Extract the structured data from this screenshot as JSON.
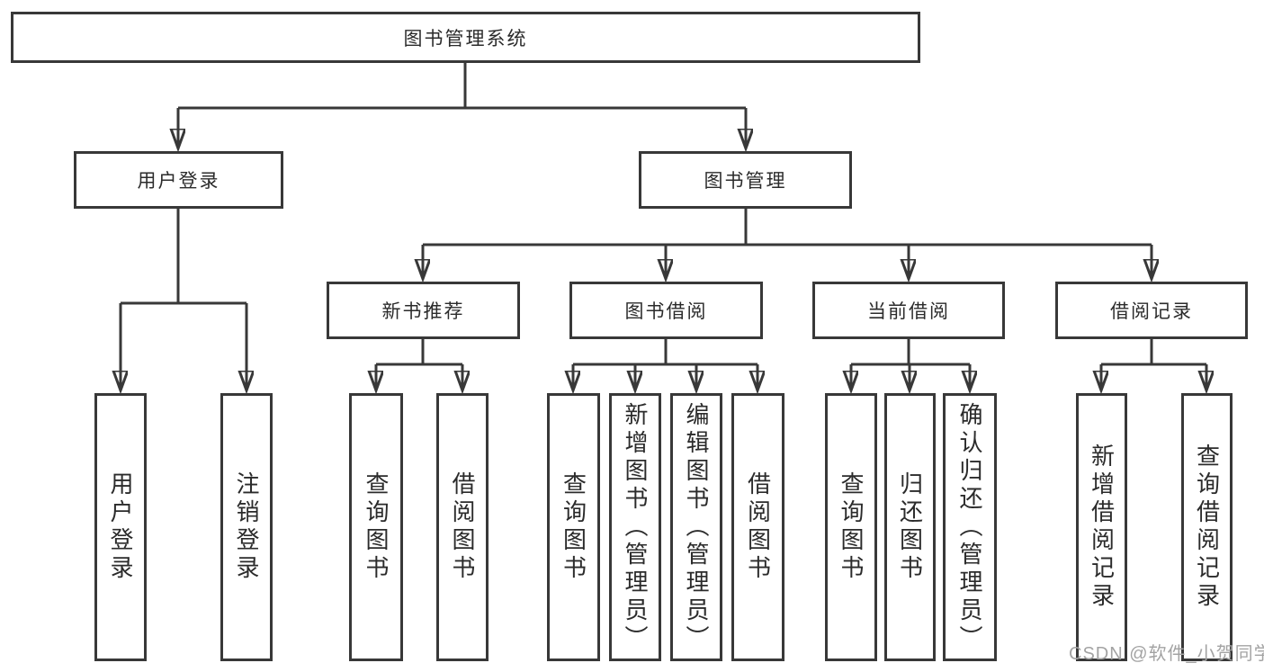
{
  "palette": {
    "line_color": "#383838",
    "box_border_color": "#383838",
    "box_fill": "#ffffff",
    "text_color": "#2b2b2b",
    "watermark_color": "#a3a3a3",
    "page_bg": "#ffffff"
  },
  "diagram_type": "hierarchy-tree",
  "tree": {
    "root": "图书管理系统",
    "children": [
      {
        "label": "用户登录",
        "children": [
          "用户登录",
          "注销登录"
        ]
      },
      {
        "label": "图书管理",
        "children": [
          {
            "label": "新书推荐",
            "children": [
              "查询图书",
              "借阅图书"
            ]
          },
          {
            "label": "图书借阅",
            "children": [
              "查询图书",
              "新增图书（管理员）",
              "编辑图书（管理员）",
              "借阅图书"
            ]
          },
          {
            "label": "当前借阅",
            "children": [
              "查询图书",
              "归还图书",
              "确认归还（管理员）"
            ]
          },
          {
            "label": "借阅记录",
            "children": [
              "新增借阅记录",
              "查询借阅记录"
            ]
          }
        ]
      }
    ]
  },
  "watermark": {
    "text": "CSDN @软件_小贺同学"
  }
}
